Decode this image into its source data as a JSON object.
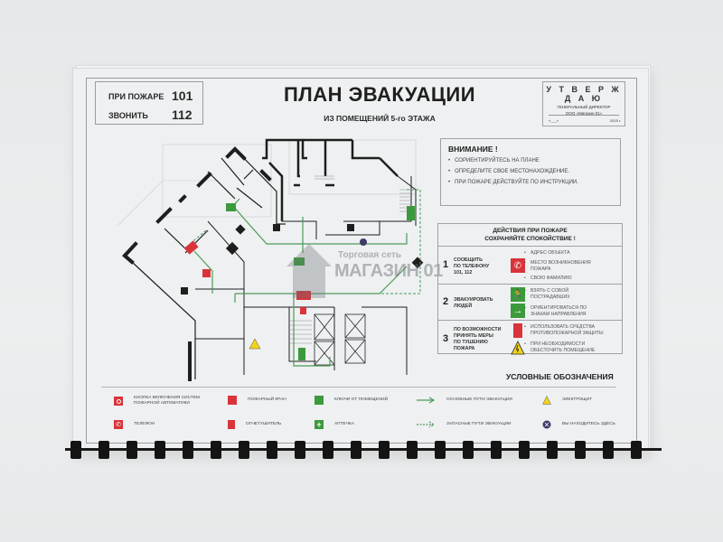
{
  "fire_call": {
    "rows": [
      {
        "label": "ПРИ ПОЖАРЕ",
        "number": "101"
      },
      {
        "label": "ЗВОНИТЬ",
        "number": "112"
      }
    ]
  },
  "title": "ПЛАН ЭВАКУАЦИИ",
  "subtitle": "ИЗ ПОМЕЩЕНИЙ 5-го ЭТАЖА",
  "approval": {
    "heading": "У Т В Е Р Ж Д А Ю",
    "position": "ГЕНЕРАЛЬНЫЙ ДИРЕКТОР",
    "company": "ООО «Магазин 01»",
    "date_left": "«___»",
    "date_right": "2015 г."
  },
  "attention": {
    "heading": "ВНИМАНИЕ !",
    "items": [
      "СОРИЕНТИРУЙТЕСЬ НА ПЛАНЕ",
      "ОПРЕДЕЛИТЕ СВОЕ МЕСТОНАХОЖДЕНИЕ.",
      "ПРИ ПОЖАРЕ ДЕЙСТВУЙТЕ ПО ИНСТРУКЦИИ."
    ]
  },
  "actions": {
    "heading_1": "ДЕЙСТВИЯ ПРИ ПОЖАРЕ",
    "heading_2": "СОХРАНЯЙТЕ СПОКОЙСТВИЕ  !",
    "steps": [
      {
        "number": "1",
        "label_1": "СООБЩИТЬ",
        "label_2": "ПО ТЕЛЕФОНУ",
        "label_3": "101, 112",
        "icon": "phone-icon",
        "bullets": [
          "АДРЕС ОБЪЕКТА",
          "МЕСТО ВОЗНИКНОВЕНИЯ",
          "ПОЖАРА",
          "СВОЮ ФАМИЛИЮ"
        ]
      },
      {
        "number": "2",
        "label_1": "ЭВАКУИРОВАТЬ",
        "label_2": "ЛЮДЕЙ",
        "icon": "emergency-exit-icon",
        "bullets": [
          "ВЗЯТЬ С СОБОЙ",
          "ПОСТРАДАВШИХ",
          "ОРИЕНТИРОВАТЬСЯ ПО",
          "ЗНАКАМ НАПРАВЛЕНИЯ"
        ]
      },
      {
        "number": "3",
        "label_1": "ПО ВОЗМОЖНОСТИ",
        "label_2": "ПРИНЯТЬ МЕРЫ",
        "label_3": "ПО ТУШЕНИЮ",
        "label_4": "ПОЖАРА",
        "icon": "fire-extinguisher-icon",
        "bullets": [
          "ИСПОЛЬЗОВАТЬ СРЕДСТВА",
          "ПРОТИВОПОЖАРНОЙ ЗАЩИТЫ",
          "ПРИ НЕОБХОДИМОСТИ",
          "ОБЕСТОЧИТЬ ПОМЕЩЕНИЕ"
        ]
      }
    ]
  },
  "legend": {
    "title": "УСЛОВНЫЕ ОБОЗНАЧЕНИЯ",
    "items": [
      {
        "icon": "fire-alarm-button-icon",
        "text_1": "КНОПКА ВКЛЮЧЕНИЯ СИСТЕМ",
        "text_2": "ПОЖАРНОЙ АВТОМАТИКИ"
      },
      {
        "icon": "fire-hydrant-icon",
        "text_1": "ПОЖАРНЫЙ КРАН"
      },
      {
        "icon": "keys-icon",
        "text_1": "КЛЮЧИ ОТ ПОМЕЩЕНИЙ"
      },
      {
        "icon": "main-route-icon",
        "text_1": "ОСНОВНЫЕ ПУТИ ЭВАКУАЦИИ"
      },
      {
        "icon": "electrical-panel-icon",
        "text_1": "ЭЛЕКТРОЩИТ"
      },
      {
        "icon": "phone-icon",
        "text_1": "ТЕЛЕФОН"
      },
      {
        "icon": "fire-extinguisher-icon",
        "text_1": "ОГНЕТУШИТЕЛЬ"
      },
      {
        "icon": "first-aid-icon",
        "text_1": "АПТЕЧКА"
      },
      {
        "icon": "reserve-route-icon",
        "text_1": "ЗАПАСНЫЕ ПУТИ ЭВАКУАЦИИ"
      },
      {
        "icon": "you-are-here-icon",
        "text_1": "ВЫ НАХОДИТЕСЬ ЗДЕСЬ"
      }
    ]
  },
  "watermark": {
    "line_1": "Торговая сеть",
    "line_2": "МАГАЗИН 01"
  },
  "colors": {
    "sign_red": "#d8343a",
    "sign_green": "#3c9a3c",
    "warning_yellow": "#f2d21c",
    "wall": "#1e1e1e",
    "route": "#4f9a5a"
  }
}
